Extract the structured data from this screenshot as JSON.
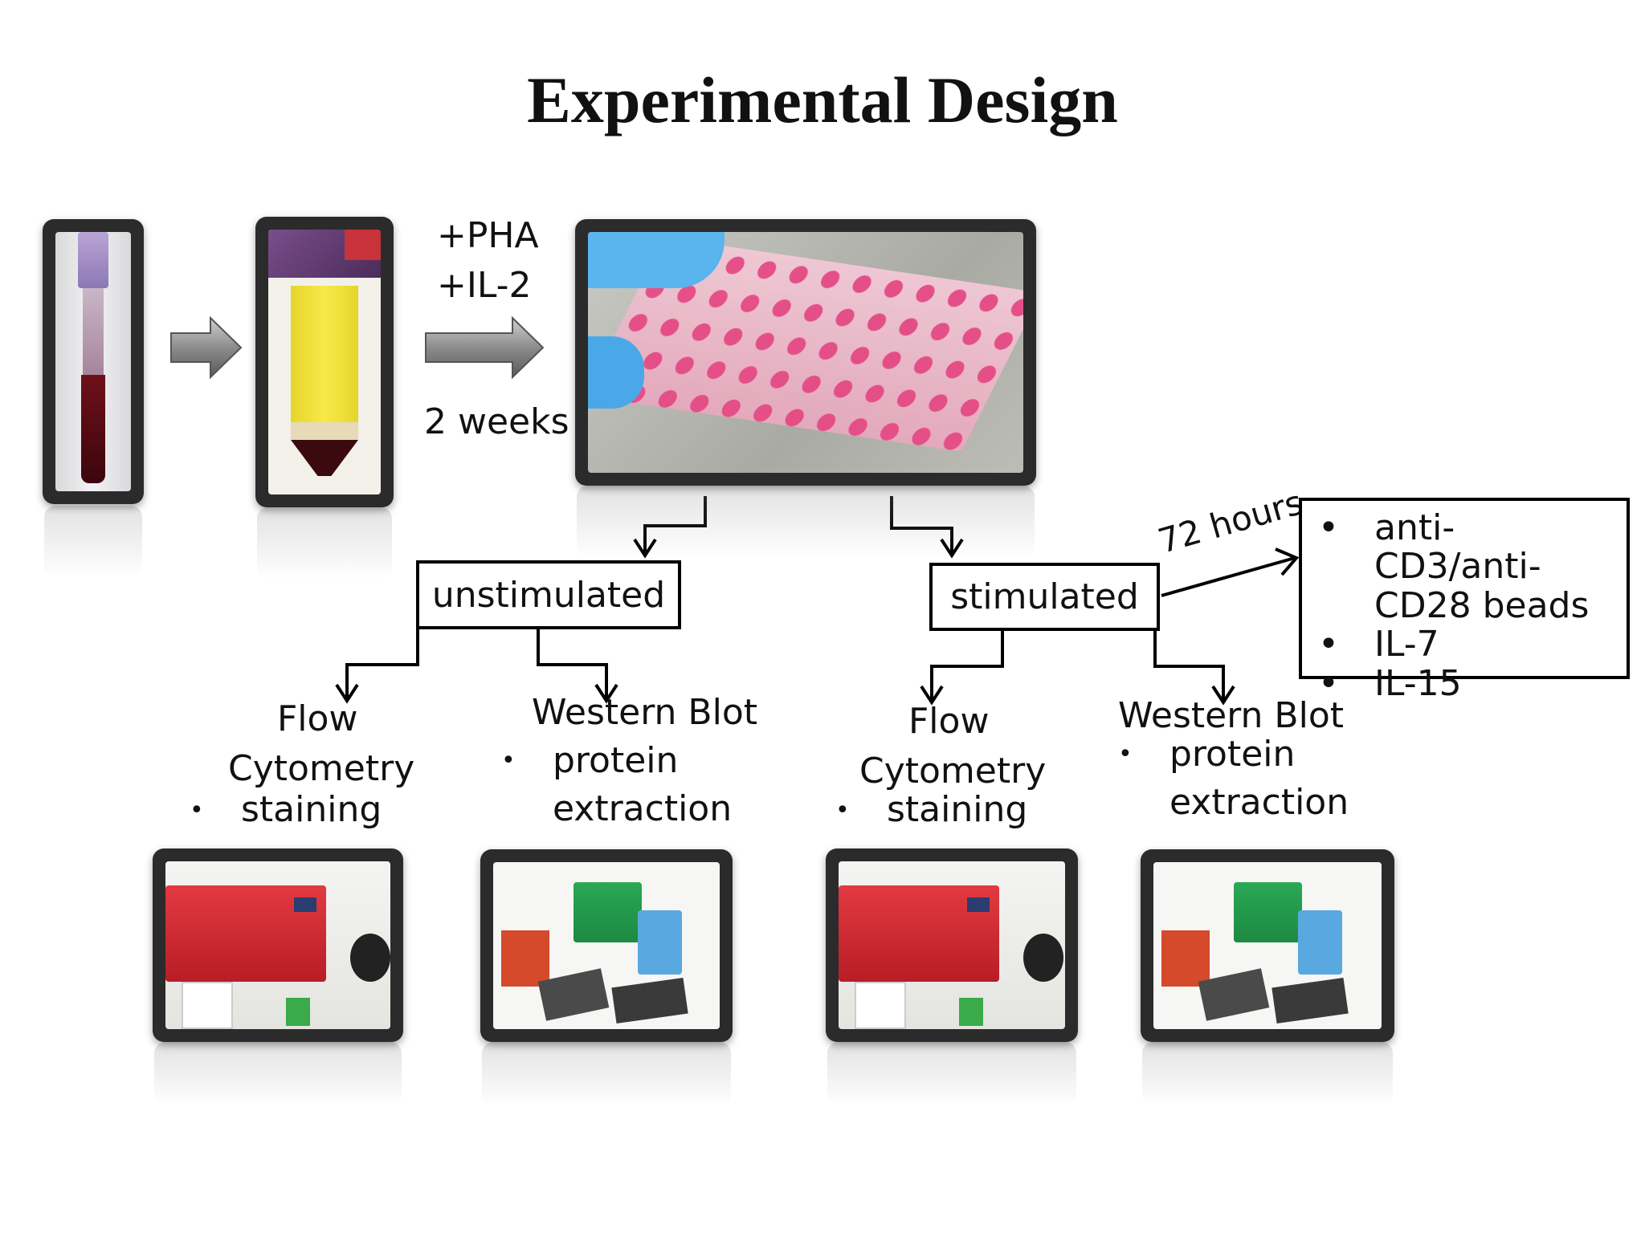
{
  "title": "Experimental Design",
  "pha_label": "+PHA",
  "il2_label": "+IL-2",
  "duration_label": "2 weeks",
  "hours_label": "72 hours",
  "unstimulated": {
    "label": "unstimulated",
    "flow": {
      "line1": "Flow",
      "line2": "Cytometry",
      "bullet": "staining"
    },
    "western": {
      "title": "Western Blot",
      "line1": "protein",
      "line2": "extraction"
    }
  },
  "stimulated": {
    "label": "stimulated",
    "flow": {
      "line1": "Flow",
      "line2": "Cytometry",
      "bullet": "staining"
    },
    "western": {
      "title": "Western Blot",
      "line1": "protein",
      "line2": "extraction"
    }
  },
  "stimulation_conditions": [
    "anti-CD3/anti-",
    "CD28 beads",
    "IL-7",
    "IL-15"
  ],
  "bullet_symbol": "•",
  "colors": {
    "blood": "#5a0b12",
    "plasma": "#f0e030",
    "plate_pink": "#e0407a",
    "glove_blue": "#4aa8e8",
    "instrument_red": "#d8232e",
    "blot_green": "#2a9a4a"
  }
}
